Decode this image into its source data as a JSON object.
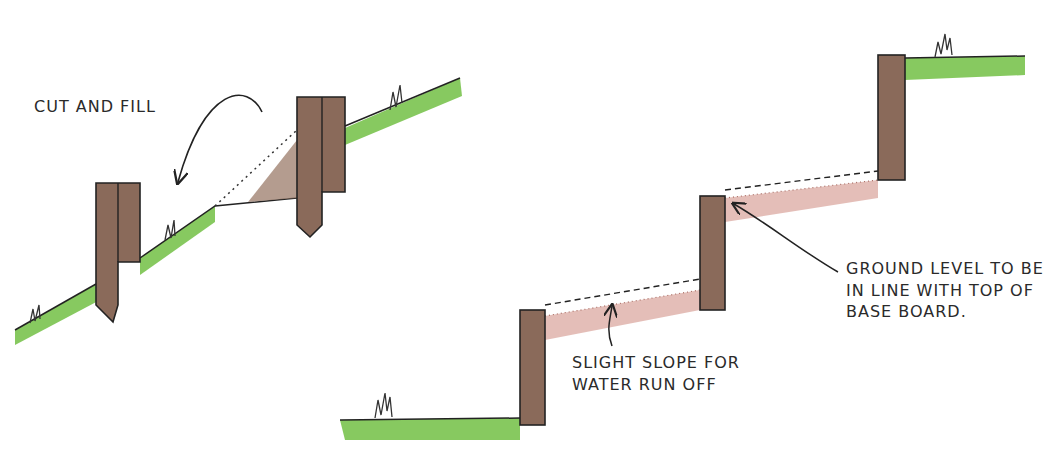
{
  "diagram": {
    "labels": [
      "CUT AND FILL",
      "SLIGHT SLOPE FOR WATER RUN OFF",
      "GROUND LEVEL TO BE IN LINE WITH TOP OF BASE BOARD."
    ]
  }
}
